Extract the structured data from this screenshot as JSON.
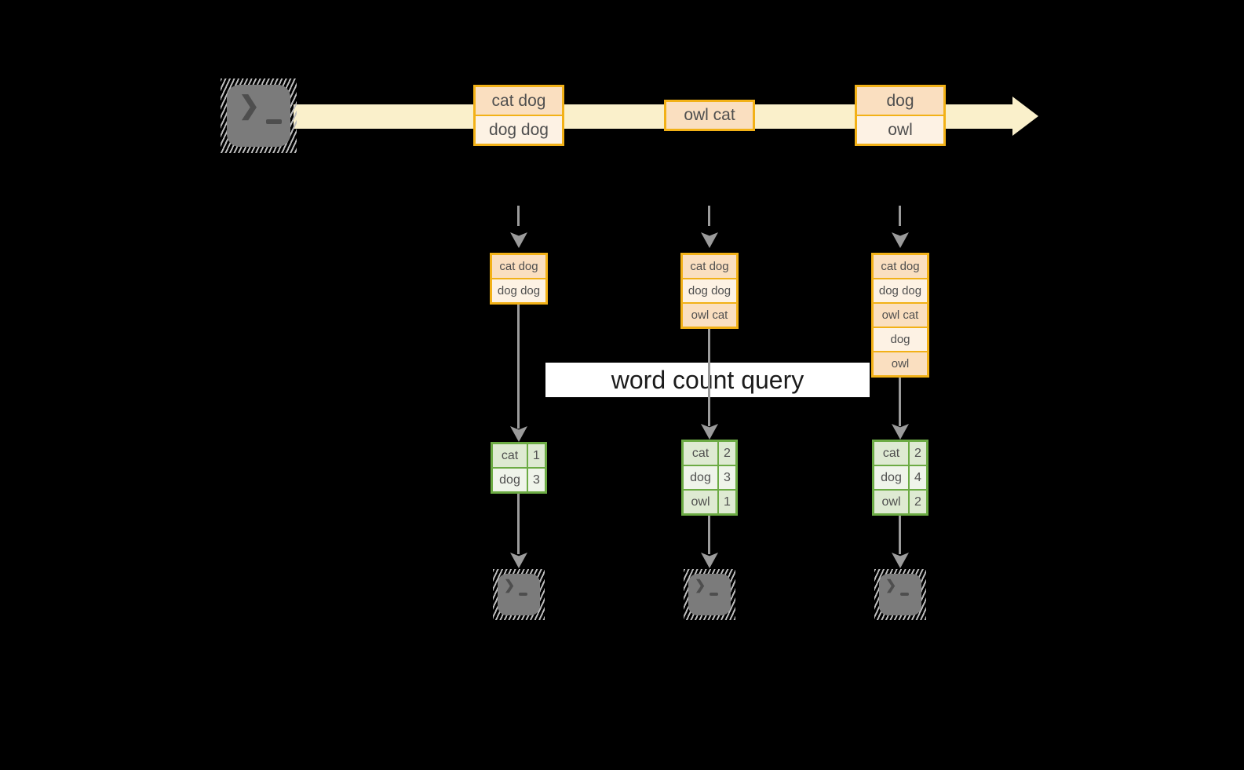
{
  "colors": {
    "background": "#000000",
    "stream_arrow": "#FAF0CB",
    "event_border": "#F2B117",
    "event_fill": "#FADFC0",
    "event_fill_alt": "#FDF2E4",
    "count_border": "#6CAB44",
    "count_fill": "#DEEAD2",
    "count_fill_alt": "#EFF4EA",
    "flow_arrow": "#9B9B9B",
    "terminal": "#7B7B7B",
    "query_banner_bg": "#FFFFFF"
  },
  "icons": {
    "terminal_glyph": "❯"
  },
  "stream": {
    "events": [
      {
        "lines": [
          "cat dog",
          "dog dog"
        ]
      },
      {
        "lines": [
          "owl cat"
        ]
      },
      {
        "lines": [
          "dog",
          "owl"
        ]
      }
    ]
  },
  "query": {
    "label": "word count query"
  },
  "columns": [
    {
      "batch": [
        "cat dog",
        "dog dog"
      ],
      "counts": [
        {
          "word": "cat",
          "count": "1"
        },
        {
          "word": "dog",
          "count": "3"
        }
      ]
    },
    {
      "batch": [
        "cat dog",
        "dog dog",
        "owl cat"
      ],
      "counts": [
        {
          "word": "cat",
          "count": "2"
        },
        {
          "word": "dog",
          "count": "3"
        },
        {
          "word": "owl",
          "count": "1"
        }
      ]
    },
    {
      "batch": [
        "cat dog",
        "dog dog",
        "owl cat",
        "dog",
        "owl"
      ],
      "counts": [
        {
          "word": "cat",
          "count": "2"
        },
        {
          "word": "dog",
          "count": "4"
        },
        {
          "word": "owl",
          "count": "2"
        }
      ]
    }
  ]
}
